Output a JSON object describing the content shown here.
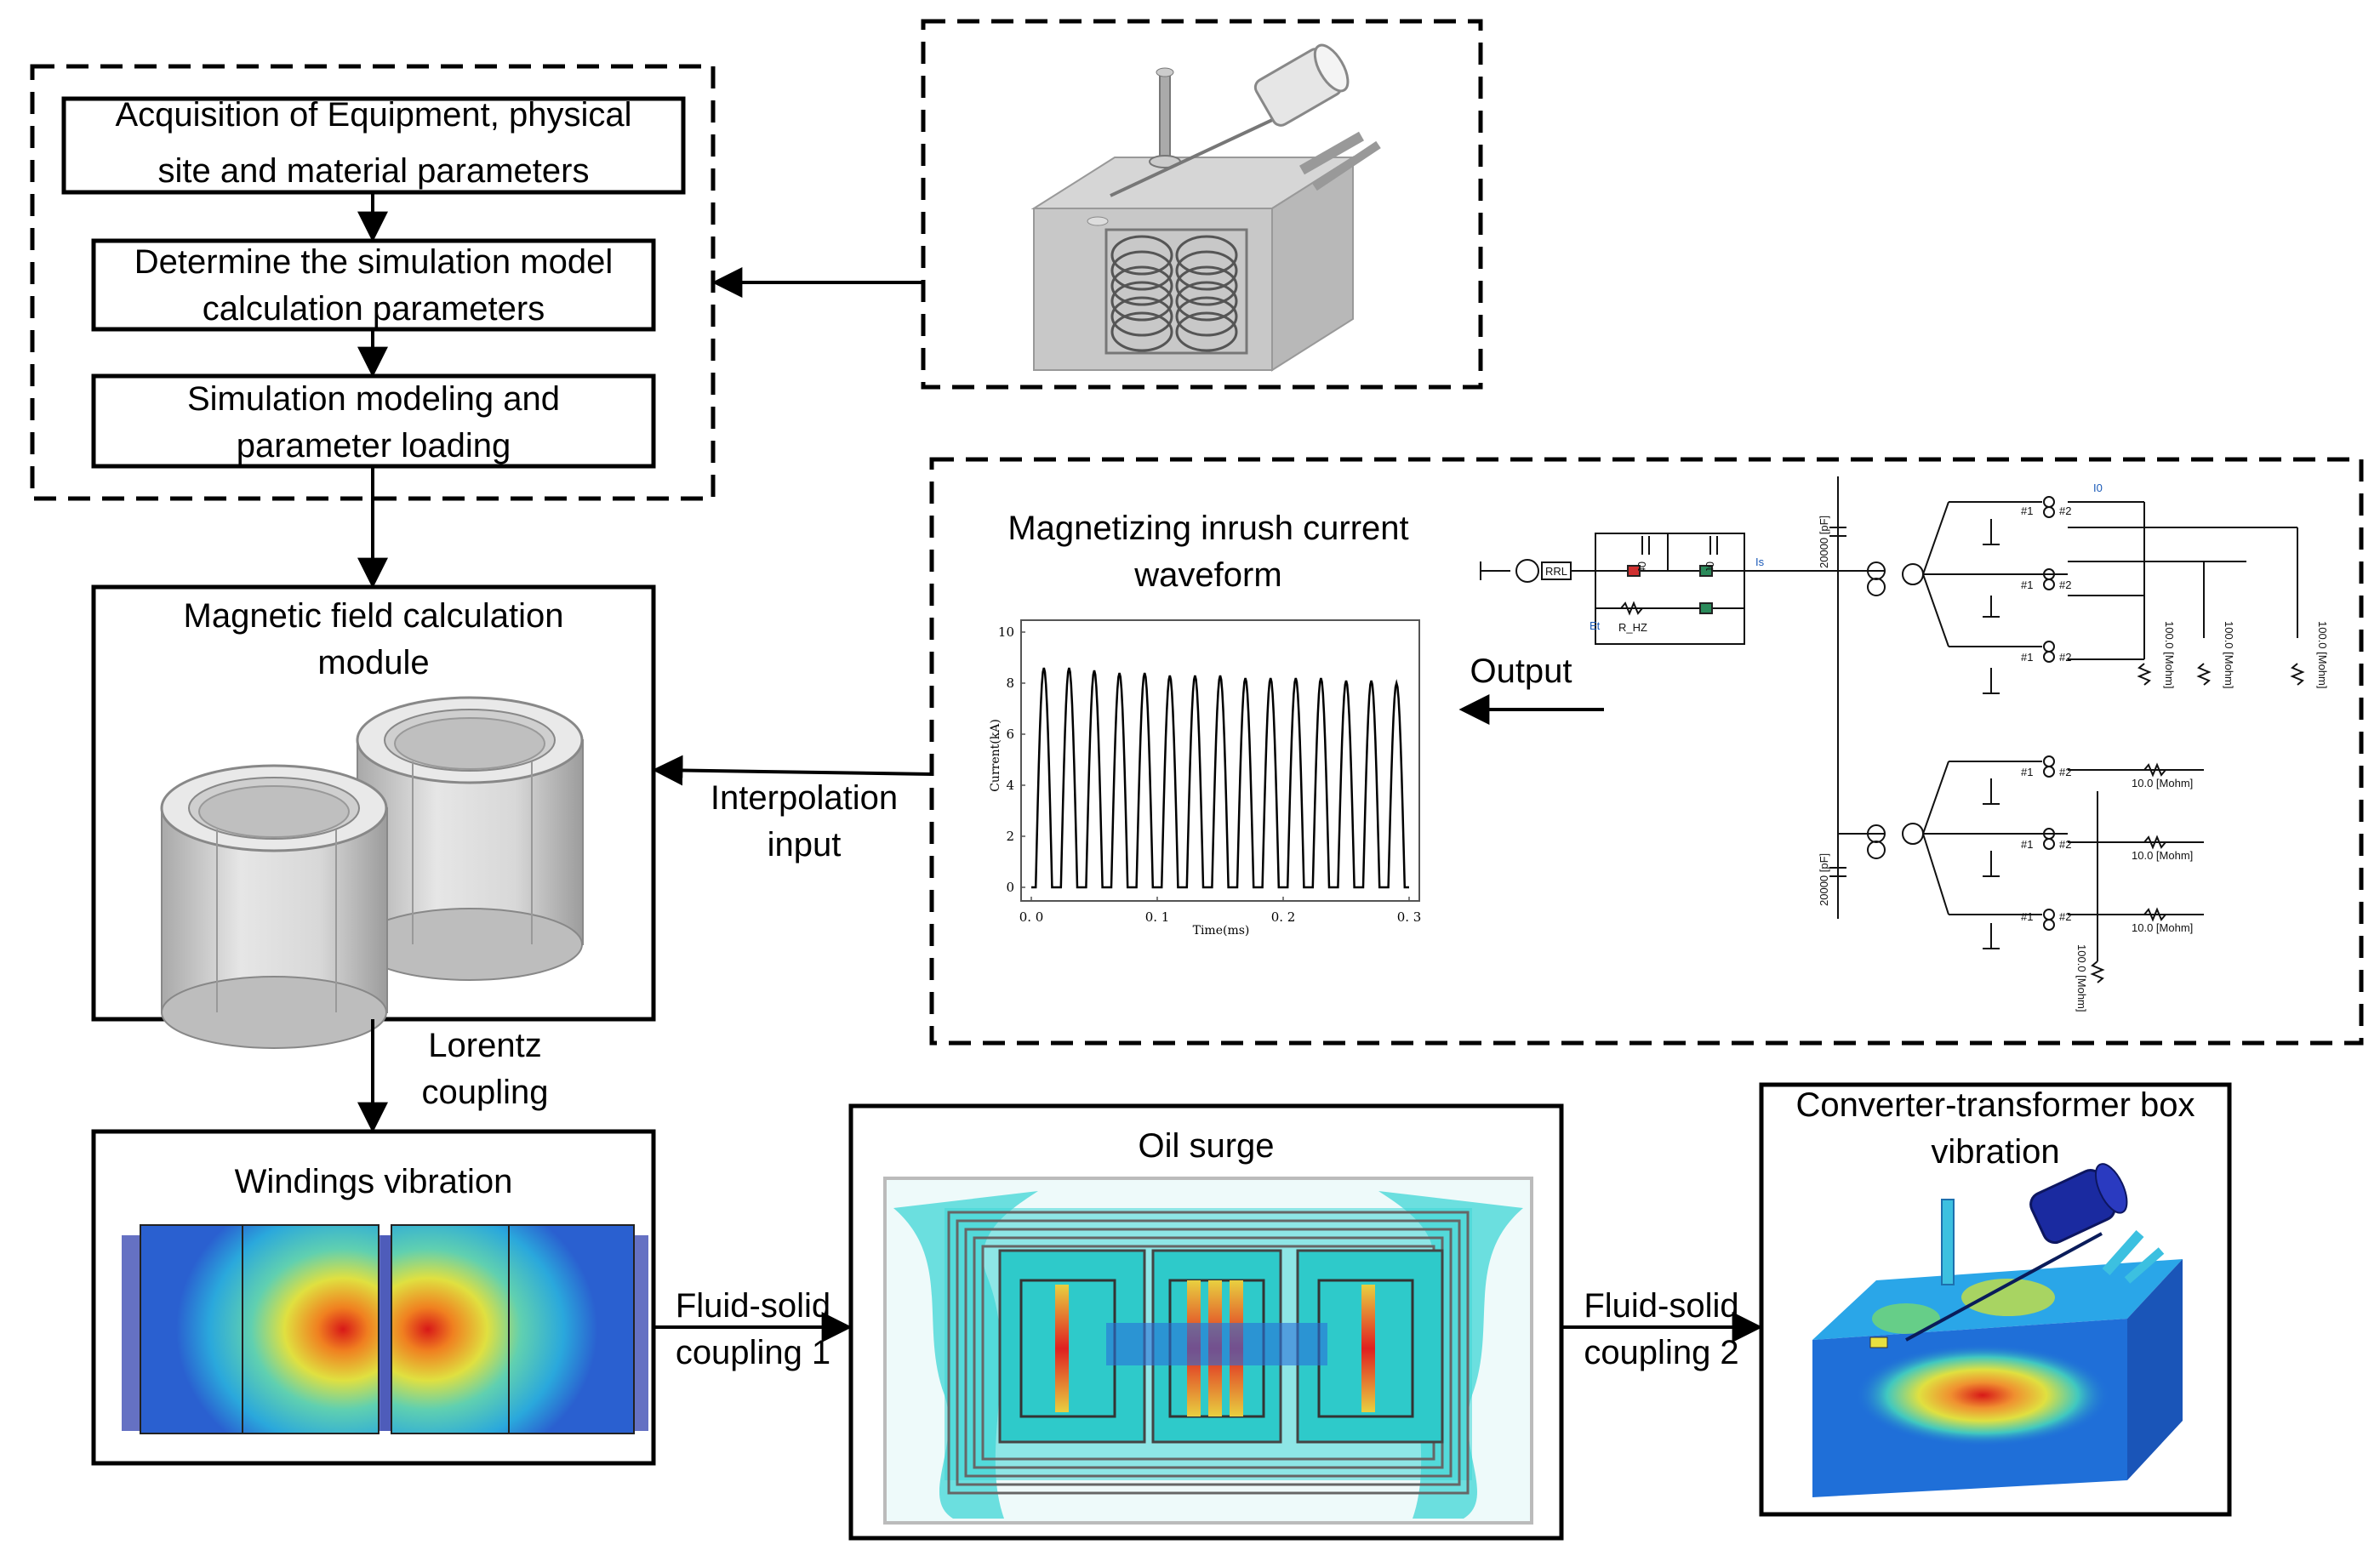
{
  "left_group": {
    "step1_label": "Acquisition of Equipment, physical site and material parameters",
    "step1_line1": "Acquisition of Equipment, physical",
    "step1_line2": "site and material parameters",
    "step2_line1": "Determine the simulation model",
    "step2_line2": "calculation parameters",
    "step3_line1": "Simulation modeling and",
    "step3_line2": "parameter loading"
  },
  "magnetic_module": {
    "title_line1": "Magnetic field calculation",
    "title_line2": "module"
  },
  "lorentz": {
    "line1": "Lorentz",
    "line2": "coupling"
  },
  "windings": {
    "title": "Windings vibration"
  },
  "oil": {
    "title": "Oil surge"
  },
  "box": {
    "title_line1": "Converter-transformer box",
    "title_line2": "vibration"
  },
  "fluid1": {
    "line1": "Fluid-solid",
    "line2": "coupling 1"
  },
  "fluid2": {
    "line1": "Fluid-solid",
    "line2": "coupling 2"
  },
  "interp": {
    "line1": "Interpolation",
    "line2": "input"
  },
  "output_label": "Output",
  "waveform": {
    "title_line1": "Magnetizing inrush current",
    "title_line2": "waveform",
    "ylabel": "Current(kA)",
    "xlabel": "Time(ms)"
  },
  "circuit": {
    "src": "RRL",
    "r_hz": "R_HZ",
    "is": "Is",
    "i0": "I0",
    "et": "Et",
    "cap1": "20000 [pF]",
    "cap2": "20000 [pF]",
    "brk1": "0t",
    "brk2": "0t",
    "w1": "#1",
    "w2": "#2",
    "r100": "100.0 [Mohm]",
    "r10": "10.0 [Mohm]"
  },
  "chart_data": {
    "type": "line",
    "title": "",
    "xlabel": "Time(ms)",
    "ylabel": "Current(kA)",
    "xlim": [
      0.0,
      0.3
    ],
    "ylim": [
      0,
      10
    ],
    "xticks": [
      "0. 0",
      "0. 1",
      "0. 2",
      "0. 3"
    ],
    "yticks": [
      "0",
      "2",
      "4",
      "6",
      "8",
      "10"
    ],
    "peak_times": [
      0.01,
      0.03,
      0.05,
      0.07,
      0.09,
      0.11,
      0.13,
      0.15,
      0.17,
      0.19,
      0.21,
      0.23,
      0.25,
      0.27,
      0.29
    ],
    "peak_values": [
      8.6,
      8.6,
      8.5,
      8.4,
      8.4,
      8.3,
      8.3,
      8.3,
      8.2,
      8.2,
      8.2,
      8.2,
      8.1,
      8.1,
      8.0
    ],
    "pulse_width_ms": 0.013,
    "grid": false
  },
  "colors": {
    "line": "#000000",
    "cyan_oil": "#3fd6d6",
    "blue_box": "#1f6fd8",
    "red_hot": "#e0201a",
    "yellow": "#e8e040",
    "purple": "#3a4fb0"
  }
}
